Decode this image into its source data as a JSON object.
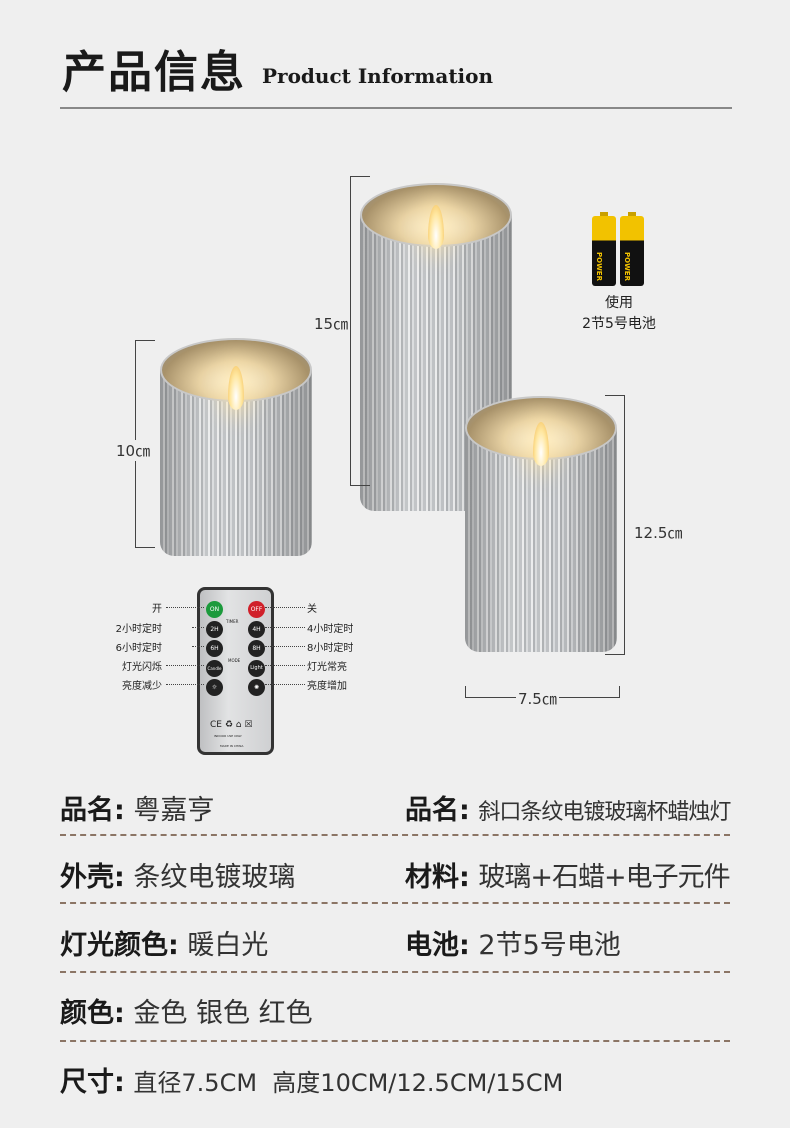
{
  "header": {
    "title_cn": "产品信息",
    "title_en": "Product Information"
  },
  "dimensions": {
    "small": "10㎝",
    "tall": "15㎝",
    "medium": "12.5㎝",
    "width": "7.5㎝"
  },
  "battery": {
    "label": "POWER",
    "note_line1": "使用",
    "note_line2": "2节5号电池"
  },
  "remote": {
    "buttons": {
      "on": "ON",
      "off": "OFF",
      "h2": "2H",
      "h4": "4H",
      "h6": "6H",
      "h8": "8H",
      "candle": "Candle",
      "light": "Light",
      "timer": "TIMER",
      "mode": "MODE",
      "indoor": "INDOOR USE ONLY",
      "made": "MADE IN CHINA",
      "certs": "CE ♻ ⌂ ☒"
    },
    "labels_left": [
      "开",
      "2小时定时",
      "6小时定时",
      "灯光闪烁",
      "亮度减少"
    ],
    "labels_right": [
      "关",
      "4小时定时",
      "8小时定时",
      "灯光常亮",
      "亮度增加"
    ]
  },
  "specs": [
    {
      "label": "品名:",
      "value": "粤嘉亨",
      "label2": "品名:",
      "value2": "斜口条纹电镀玻璃杯蜡烛灯"
    },
    {
      "label": "外壳:",
      "value": "条纹电镀玻璃",
      "label2": "材料:",
      "value2": "玻璃+石蜡+电子元件"
    },
    {
      "label": "灯光颜色:",
      "value": "暖白光",
      "label2": "电池:",
      "value2": "2节5号电池"
    },
    {
      "label": "颜色:",
      "value": "金色 银色 红色"
    },
    {
      "label": "尺寸:",
      "value": "直径7.5CM  高度10CM/12.5CM/15CM"
    }
  ]
}
